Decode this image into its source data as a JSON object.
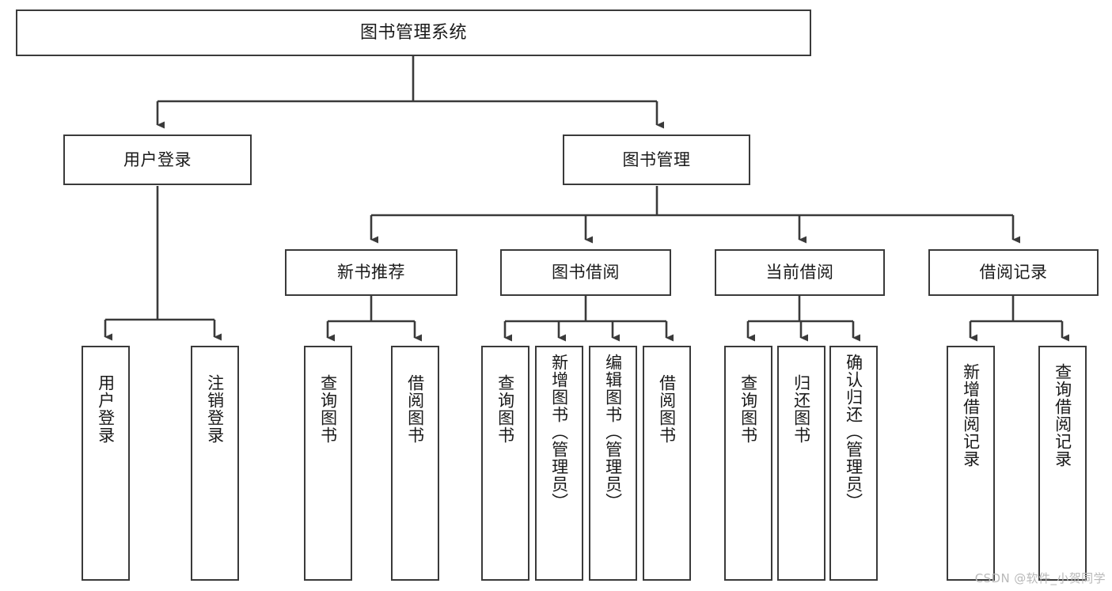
{
  "diagram": {
    "type": "tree-hierarchy-chart",
    "title": "图书管理系统",
    "root": {
      "label": "图书管理系统"
    },
    "level2": [
      {
        "label": "用户登录"
      },
      {
        "label": "图书管理"
      }
    ],
    "level3": [
      {
        "label": "新书推荐",
        "parent": "图书管理"
      },
      {
        "label": "图书借阅",
        "parent": "图书管理"
      },
      {
        "label": "当前借阅",
        "parent": "图书管理"
      },
      {
        "label": "借阅记录",
        "parent": "图书管理"
      }
    ],
    "leaves": {
      "user_login": [
        {
          "label": "用户登录"
        },
        {
          "label": "注销登录"
        }
      ],
      "new_book_recommend": [
        {
          "label": "查询图书"
        },
        {
          "label": "借阅图书"
        }
      ],
      "book_borrow": [
        {
          "label": "查询图书"
        },
        {
          "label": "新增图书（管理员）"
        },
        {
          "label": "编辑图书（管理员）"
        },
        {
          "label": "借阅图书"
        }
      ],
      "current_borrow": [
        {
          "label": "查询图书"
        },
        {
          "label": "归还图书"
        },
        {
          "label": "确认归还（管理员）"
        }
      ],
      "borrow_record": [
        {
          "label": "新增借阅记录"
        },
        {
          "label": "查询借阅记录"
        }
      ]
    },
    "watermark": "CSDN @软件_小贺同学",
    "colors": {
      "stroke": "#3a3a3a",
      "background": "#ffffff",
      "text": "#1a1a1a",
      "watermark": "#b9b9b9"
    }
  }
}
